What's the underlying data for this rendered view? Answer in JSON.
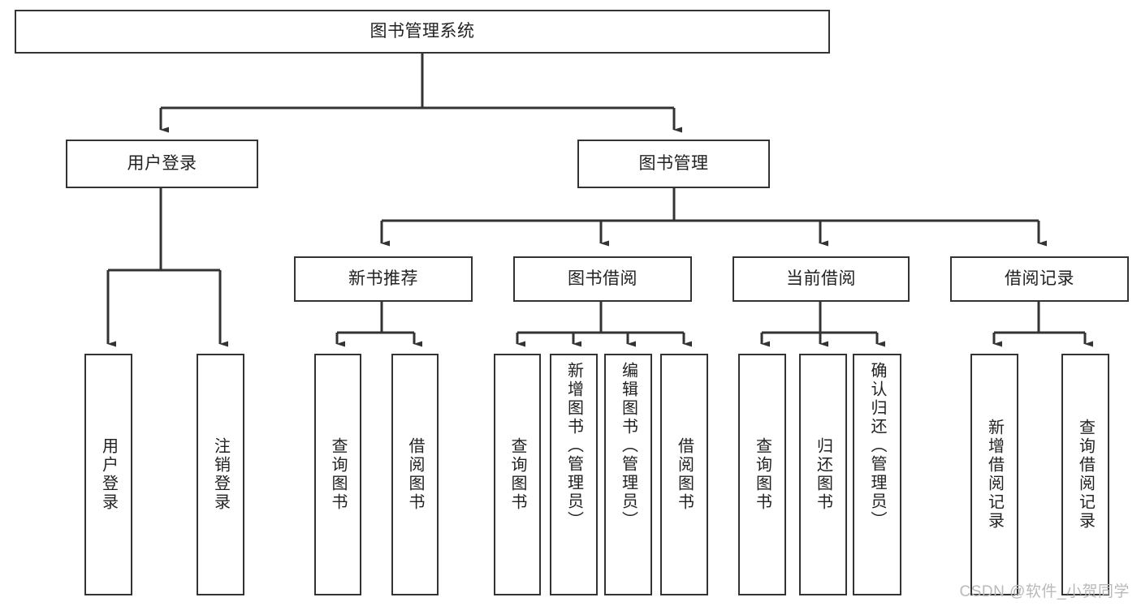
{
  "diagram": {
    "type": "tree",
    "title": "图书管理系统",
    "watermark": "CSDN @软件_小贺同学",
    "colors": {
      "box_border": "#333333",
      "box_fill": "#ffffff",
      "edge": "#333333",
      "text": "#222222",
      "watermark": "#b9b9b9",
      "background": "#ffffff"
    },
    "nodes": {
      "root": {
        "label": "图书管理系统",
        "level": 1,
        "orientation": "horizontal"
      },
      "l2": [
        {
          "id": "user-login",
          "label": "用户登录",
          "level": 2,
          "orientation": "horizontal"
        },
        {
          "id": "book-management",
          "label": "图书管理",
          "level": 2,
          "orientation": "horizontal"
        }
      ],
      "l3": [
        {
          "id": "new-book-recommend",
          "label": "新书推荐",
          "level": 3,
          "orientation": "horizontal"
        },
        {
          "id": "book-borrow",
          "label": "图书借阅",
          "level": 3,
          "orientation": "horizontal"
        },
        {
          "id": "current-borrow",
          "label": "当前借阅",
          "level": 3,
          "orientation": "horizontal"
        },
        {
          "id": "borrow-record",
          "label": "借阅记录",
          "level": 3,
          "orientation": "horizontal"
        }
      ],
      "leaves": [
        {
          "id": "leaf-user-login",
          "label": "用户登录",
          "parent": "user-login",
          "orientation": "vertical"
        },
        {
          "id": "leaf-user-logout",
          "label": "注销登录",
          "parent": "user-login",
          "orientation": "vertical"
        },
        {
          "id": "leaf-query-book-1",
          "label": "查询图书",
          "parent": "new-book-recommend",
          "orientation": "vertical"
        },
        {
          "id": "leaf-borrow-book-1",
          "label": "借阅图书",
          "parent": "new-book-recommend",
          "orientation": "vertical"
        },
        {
          "id": "leaf-query-book-2",
          "label": "查询图书",
          "parent": "book-borrow",
          "orientation": "vertical"
        },
        {
          "id": "leaf-add-book",
          "label": "新增图书（管理员）",
          "parent": "book-borrow",
          "orientation": "vertical"
        },
        {
          "id": "leaf-edit-book",
          "label": "编辑图书（管理员）",
          "parent": "book-borrow",
          "orientation": "vertical"
        },
        {
          "id": "leaf-borrow-book-2",
          "label": "借阅图书",
          "parent": "book-borrow",
          "orientation": "vertical"
        },
        {
          "id": "leaf-query-book-3",
          "label": "查询图书",
          "parent": "current-borrow",
          "orientation": "vertical"
        },
        {
          "id": "leaf-return-book",
          "label": "归还图书",
          "parent": "current-borrow",
          "orientation": "vertical"
        },
        {
          "id": "leaf-confirm-return",
          "label": "确认归还（管理员）",
          "parent": "current-borrow",
          "orientation": "vertical"
        },
        {
          "id": "leaf-add-record",
          "label": "新增借阅记录",
          "parent": "borrow-record",
          "orientation": "vertical"
        },
        {
          "id": "leaf-query-record",
          "label": "查询借阅记录",
          "parent": "borrow-record",
          "orientation": "vertical"
        }
      ]
    }
  }
}
